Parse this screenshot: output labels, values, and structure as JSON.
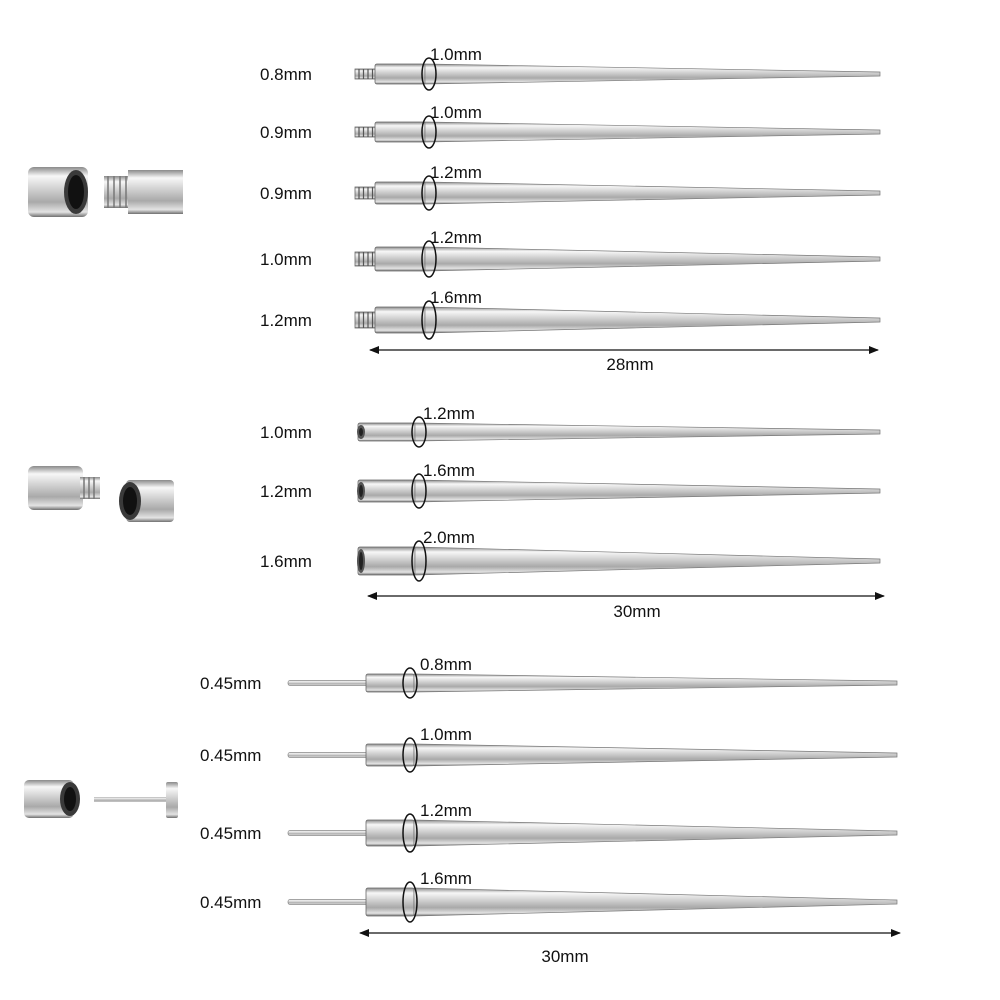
{
  "groups": [
    {
      "style": "threaded-tip",
      "items": [
        {
          "end_gauge": "0.8mm",
          "ring_size": "1.0mm"
        },
        {
          "end_gauge": "0.9mm",
          "ring_size": "1.0mm"
        },
        {
          "end_gauge": "0.9mm",
          "ring_size": "1.2mm"
        },
        {
          "end_gauge": "1.0mm",
          "ring_size": "1.2mm"
        },
        {
          "end_gauge": "1.2mm",
          "ring_size": "1.6mm"
        }
      ],
      "length_label": "28mm"
    },
    {
      "style": "internal-thread",
      "items": [
        {
          "end_gauge": "1.0mm",
          "ring_size": "1.2mm"
        },
        {
          "end_gauge": "1.2mm",
          "ring_size": "1.6mm"
        },
        {
          "end_gauge": "1.6mm",
          "ring_size": "2.0mm"
        }
      ],
      "length_label": "30mm"
    },
    {
      "style": "pin-insert",
      "items": [
        {
          "end_gauge": "0.45mm",
          "ring_size": "0.8mm"
        },
        {
          "end_gauge": "0.45mm",
          "ring_size": "1.0mm"
        },
        {
          "end_gauge": "0.45mm",
          "ring_size": "1.2mm"
        },
        {
          "end_gauge": "0.45mm",
          "ring_size": "1.6mm"
        }
      ],
      "length_label": "30mm"
    }
  ],
  "colors": {
    "steel_light": "#f4f4f4",
    "steel_mid": "#b9b9b9",
    "steel_dark": "#6e6e6e",
    "line": "#111111"
  }
}
